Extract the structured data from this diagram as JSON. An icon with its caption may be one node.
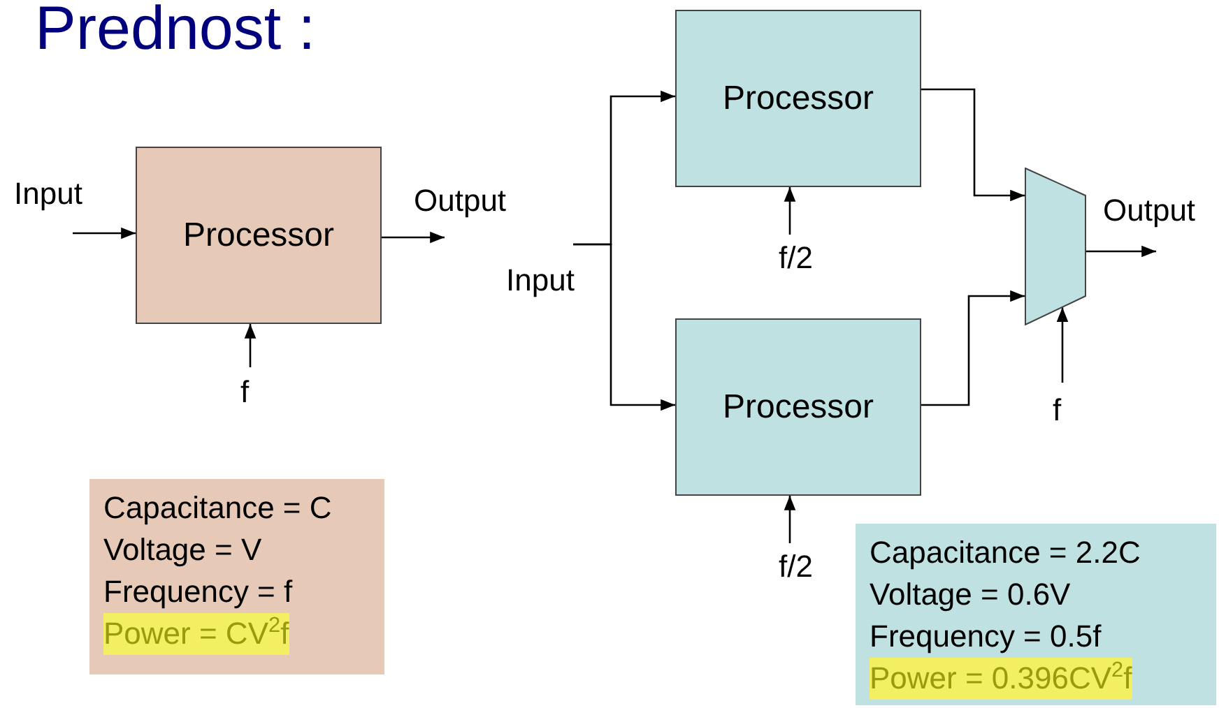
{
  "diagram": {
    "title": "Prednost :",
    "nodes": [
      {
        "text": [
          "Processor"
        ]
      },
      {
        "text": [
          "Input"
        ]
      },
      {
        "text": [
          "Output"
        ]
      },
      {
        "text": [
          "f"
        ]
      },
      {
        "text": [
          "Processor"
        ]
      },
      {
        "text": [
          "Processor"
        ]
      },
      {
        "text": [],
        "shape": "trapezoid"
      },
      {
        "text": [
          "Input"
        ]
      },
      {
        "text": [
          "Output"
        ]
      },
      {
        "text": [
          "f/2"
        ]
      },
      {
        "text": [
          "f/2"
        ]
      },
      {
        "text": [
          "f"
        ]
      },
      {
        "text": [
          "Capacitance = C",
          "Voltage = V",
          "Frequency = f",
          "Power = CV$^{2}$f"
        ]
      },
      {
        "text": [
          "Capacitance = 2.2C",
          "Voltage = 0.6V",
          "Frequency = 0.5f",
          "Power = 0.396CV$^{2}$f"
        ]
      }
    ],
    "edges": [
      {
        "from": 1,
        "to": 0,
        "arrow": "to"
      },
      {
        "from": 0,
        "to": 2,
        "arrow": "to"
      },
      {
        "from": 3,
        "to": 0,
        "arrow": "to"
      },
      {
        "from": 7,
        "to": 4,
        "arrow": "to"
      },
      {
        "from": 7,
        "to": 5,
        "arrow": "to"
      },
      {
        "from": 4,
        "to": 6,
        "arrow": "to"
      },
      {
        "from": 5,
        "to": 6,
        "arrow": "to"
      },
      {
        "from": 6,
        "to": 8,
        "arrow": "to"
      },
      {
        "from": 9,
        "to": 4,
        "arrow": "to"
      },
      {
        "from": 10,
        "to": 5,
        "arrow": "to"
      },
      {
        "from": 11,
        "to": 6,
        "arrow": "to"
      }
    ]
  }
}
